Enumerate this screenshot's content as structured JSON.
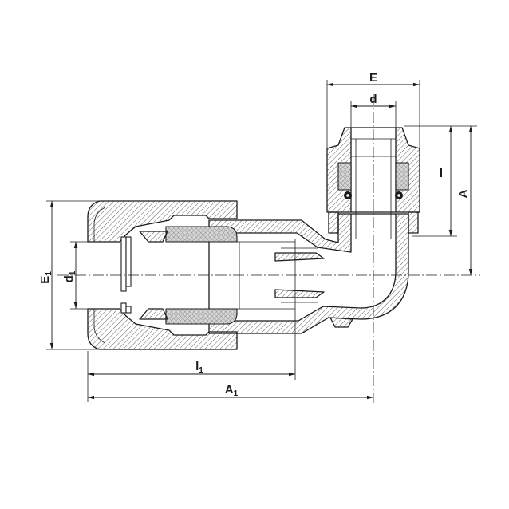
{
  "colors": {
    "line": "#1b1b1b",
    "grip_fill": "#d6d6d6",
    "background": "#ffffff"
  },
  "dimensions": {
    "E": {
      "symbol": "E"
    },
    "d": {
      "symbol": "d"
    },
    "l": {
      "symbol": "l"
    },
    "A": {
      "symbol": "A"
    },
    "E1": {
      "symbol": "E",
      "subscript": "1"
    },
    "d1": {
      "symbol": "d",
      "subscript": "1"
    },
    "l1": {
      "symbol": "l",
      "subscript": "1"
    },
    "A1": {
      "symbol": "A",
      "subscript": "1"
    }
  }
}
